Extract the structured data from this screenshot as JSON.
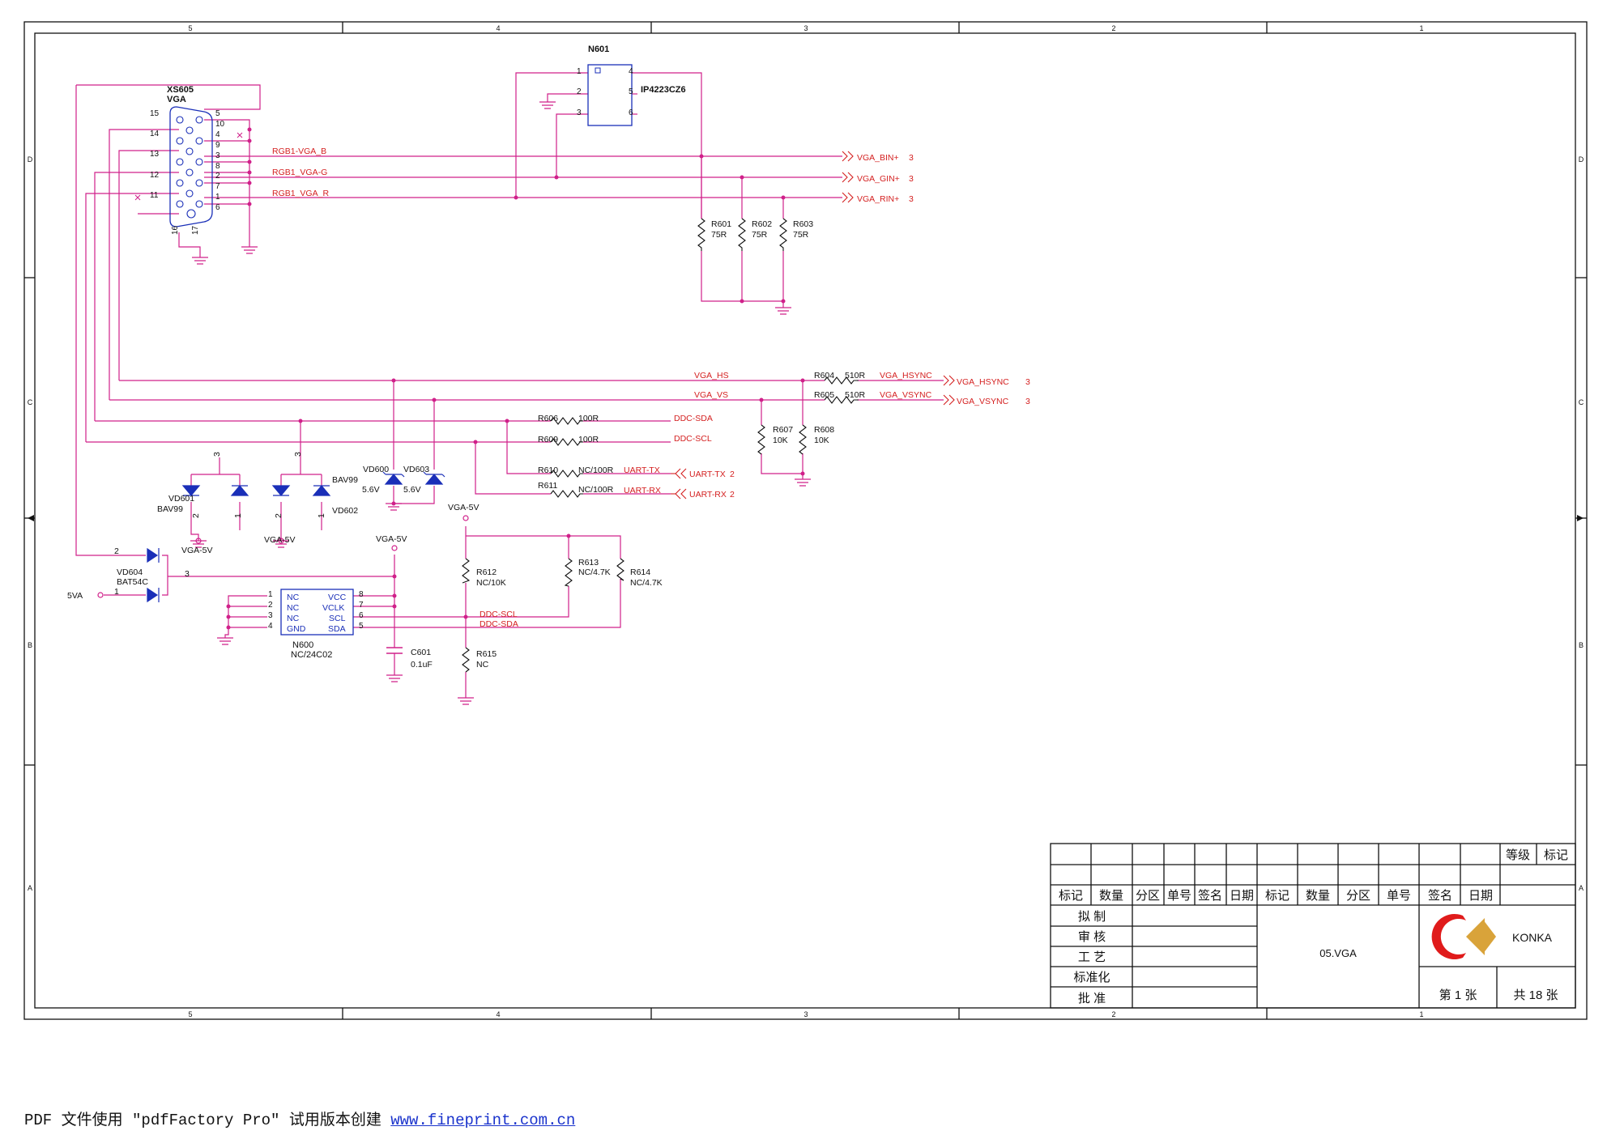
{
  "colors": {
    "wire": "#d0208a",
    "part": "#1a2fb8",
    "net": "#d42020",
    "frame": "#111111",
    "konka_red": "#e01b1b",
    "konka_gold": "#d9a33a"
  },
  "border": {
    "cols_top": [
      "5",
      "4",
      "3",
      "2",
      "1"
    ],
    "cols_bottom": [
      "5",
      "4",
      "3",
      "2",
      "1"
    ],
    "rows_left": [
      "D",
      "C",
      "B",
      "A"
    ],
    "rows_right": [
      "D",
      "C",
      "B",
      "A"
    ]
  },
  "vga_connector": {
    "ref": "XS605",
    "value": "VGA",
    "pins_left": [
      "15",
      "14",
      "13",
      "12",
      "11"
    ],
    "pins_right": [
      "5",
      "10",
      "4",
      "9",
      "3",
      "8",
      "2",
      "7",
      "1",
      "6"
    ],
    "pins_bottom": [
      "16",
      "17"
    ]
  },
  "n601": {
    "ref": "N601",
    "value": "IP4223CZ6",
    "pins_left": [
      "1",
      "2",
      "3"
    ],
    "pins_right": [
      "4",
      "5",
      "6"
    ]
  },
  "nets": {
    "rgb_b": "RGB1-VGA_B",
    "rgb_g": "RGB1_VGA-G",
    "rgb_r": "RGB1_VGA_R",
    "vga_hs": "VGA_HS",
    "vga_vs": "VGA_VS",
    "ddc_sda": "DDC-SDA",
    "ddc_scl": "DDC-SCL",
    "uart_tx": "UART-TX",
    "uart_rx": "UART-RX",
    "vga_hsync": "VGA_HSYNC",
    "vga_vsync": "VGA_VSYNC",
    "ddc_scl2": "DDC-SCL",
    "ddc_sda2": "DDC-SDA"
  },
  "offpage": {
    "bin": "VGA_BIN+",
    "gin": "VGA_GIN+",
    "rin": "VGA_RIN+",
    "hsync": "VGA_HSYNC",
    "vsync": "VGA_VSYNC",
    "uart_tx": "UART-TX",
    "uart_rx": "UART-RX",
    "sheet3": "3",
    "sheet2": "2"
  },
  "resistors": {
    "r601": {
      "ref": "R601",
      "val": "75R"
    },
    "r602": {
      "ref": "R602",
      "val": "75R"
    },
    "r603": {
      "ref": "R603",
      "val": "75R"
    },
    "r604": {
      "ref": "R604",
      "val": "510R"
    },
    "r605": {
      "ref": "R605",
      "val": "510R"
    },
    "r606": {
      "ref": "R606",
      "val": "100R"
    },
    "r609": {
      "ref": "R609",
      "val": "100R"
    },
    "r610": {
      "ref": "R610",
      "val": "NC/100R"
    },
    "r611": {
      "ref": "R611",
      "val": "NC/100R"
    },
    "r607": {
      "ref": "R607",
      "val": "10K"
    },
    "r608": {
      "ref": "R608",
      "val": "10K"
    },
    "r612": {
      "ref": "R612",
      "val": "NC/10K"
    },
    "r613": {
      "ref": "R613",
      "val": "NC/4.7K"
    },
    "r614": {
      "ref": "R614",
      "val": "NC/4.7K"
    },
    "r615": {
      "ref": "R615",
      "val": "NC"
    }
  },
  "diodes": {
    "vd601": {
      "ref": "VD601",
      "val": "BAV99"
    },
    "vd602": {
      "ref": "VD602",
      "val": "BAV99"
    },
    "vd600": {
      "ref": "VD600",
      "val": "5.6V"
    },
    "vd603": {
      "ref": "VD603",
      "val": "5.6V"
    },
    "vd604": {
      "ref": "VD604",
      "val": "BAT54C"
    },
    "pin1": "1",
    "pin2": "2",
    "pin3": "3"
  },
  "power": {
    "vga5v": "VGA-5V",
    "v5va": "5VA"
  },
  "eeprom": {
    "ref": "N600",
    "value": "NC/24C02",
    "left_pins": [
      "1",
      "2",
      "3",
      "4"
    ],
    "left_names": [
      "NC",
      "NC",
      "NC",
      "GND"
    ],
    "right_pins": [
      "8",
      "7",
      "6",
      "5"
    ],
    "right_names": [
      "VCC",
      "VCLK",
      "SCL",
      "SDA"
    ]
  },
  "capacitor": {
    "ref": "C601",
    "val": "0.1uF"
  },
  "title_block": {
    "header1": [
      "标记",
      "数量",
      "分区",
      "单号",
      "签名",
      "日期",
      "标记",
      "数量",
      "分区",
      "单号",
      "签名",
      "日期"
    ],
    "grade": "等级",
    "mark": "标记",
    "roles": [
      "拟 制",
      "审 核",
      "工 艺",
      "标准化",
      "批 准"
    ],
    "title": "05.VGA",
    "company": "KONKA",
    "sheet_no": "第 1 张",
    "sheet_total": "共 18 张"
  },
  "footer": {
    "text": "PDF 文件使用 \"pdfFactory Pro\" 试用版本创建 ",
    "url": "www.fineprint.com.cn"
  }
}
